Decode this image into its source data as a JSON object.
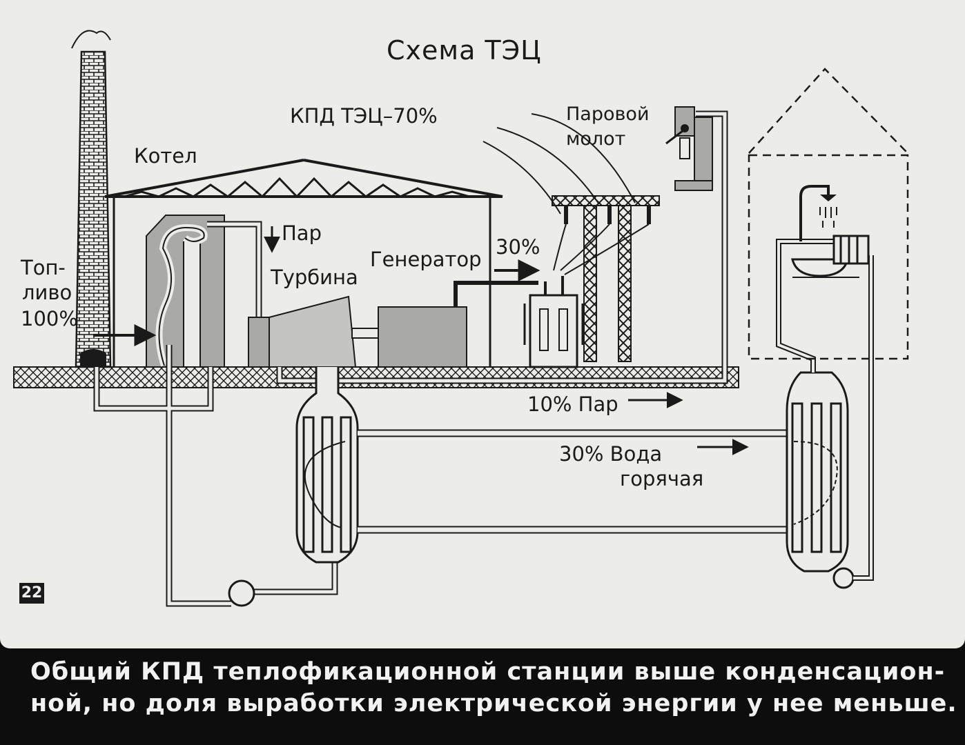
{
  "diagram": {
    "title": "Схема ТЭЦ",
    "labels": {
      "kotel": "Котел",
      "fuel_line1": "Топ-",
      "fuel_line2": "ливо",
      "fuel_pct": "100%",
      "steam": "Пар",
      "turbine": "Турбина",
      "generator": "Генератор",
      "efficiency": "КПД ТЭЦ–70%",
      "electricity_pct": "30%",
      "hammer_line1": "Паровой",
      "hammer_line2": "молот",
      "steam_out": "10% Пар",
      "hot_water_line1": "30% Вода",
      "hot_water_line2": "горячая"
    },
    "slide_number": "22"
  },
  "caption": {
    "line1": "Общий КПД теплофикационной станции выше конденсацион-",
    "line2": "ной, но доля выработки электрической энергии у нее меньше."
  },
  "colors": {
    "background": "#ecece8",
    "ink": "#1a1a1a",
    "gray_fill": "#a9a9a6",
    "caption_bg": "#0d0d0d",
    "caption_text": "#f2f2f2"
  }
}
